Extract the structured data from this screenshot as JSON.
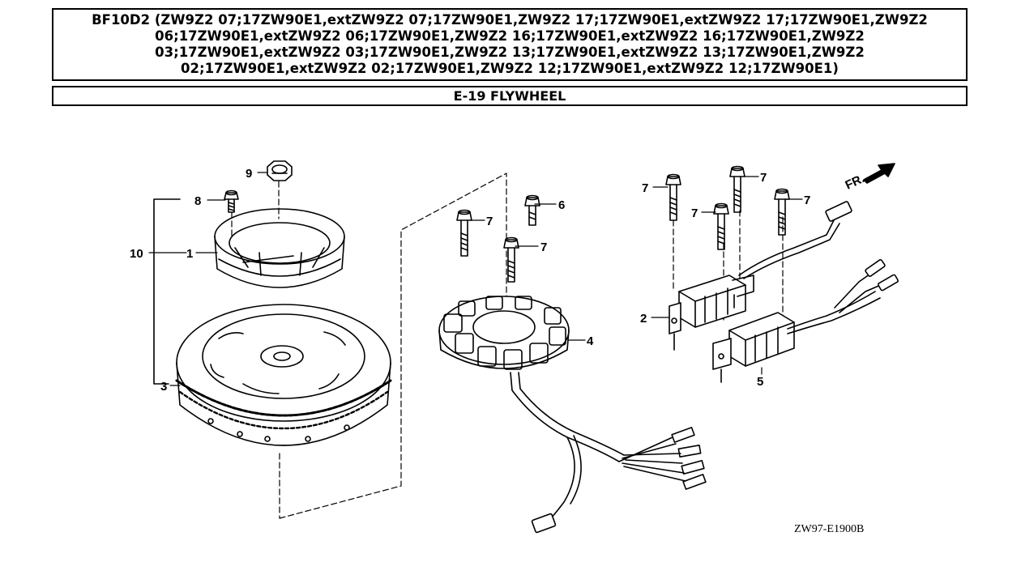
{
  "header": {
    "line1": "BF10D2 (ZW9Z2 07;17ZW90E1,extZW9Z2 07;17ZW90E1,ZW9Z2 17;17ZW90E1,extZW9Z2 17;17ZW90E1,ZW9Z2",
    "line2": "06;17ZW90E1,extZW9Z2 06;17ZW90E1,ZW9Z2 16;17ZW90E1,extZW9Z2 16;17ZW90E1,ZW9Z2",
    "line3": "03;17ZW90E1,extZW9Z2 03;17ZW90E1,ZW9Z2 13;17ZW90E1,extZW9Z2 13;17ZW90E1,ZW9Z2",
    "line4": "02;17ZW90E1,extZW9Z2 02;17ZW90E1,ZW9Z2 12;17ZW90E1,extZW9Z2 12;17ZW90E1)"
  },
  "section_title": "E-19 FLYWHEEL",
  "callouts": {
    "c1": "1",
    "c2": "2",
    "c3": "3",
    "c4": "4",
    "c5": "5",
    "c6": "6",
    "c7a": "7",
    "c7b": "7",
    "c7c": "7",
    "c7d": "7",
    "c7e": "7",
    "c7f": "7",
    "c8": "8",
    "c9": "9",
    "c10": "10"
  },
  "front_marker": "FR.",
  "diagram_code": "ZW97-E1900B"
}
